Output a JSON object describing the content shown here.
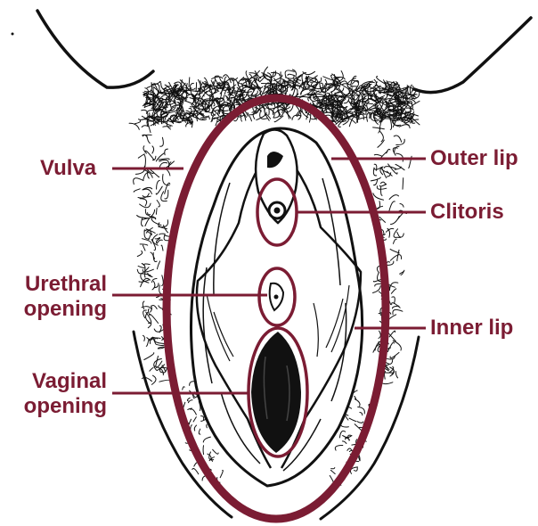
{
  "colors": {
    "accent": "#7b1c33",
    "ink": "#111111",
    "background": "#ffffff"
  },
  "labels": {
    "vulva": "Vulva",
    "outer_lip": "Outer lip",
    "clitoris": "Clitoris",
    "urethral_line1": "Urethral",
    "urethral_line2": "opening",
    "inner_lip": "Inner lip",
    "vaginal_line1": "Vaginal",
    "vaginal_line2": "opening"
  }
}
